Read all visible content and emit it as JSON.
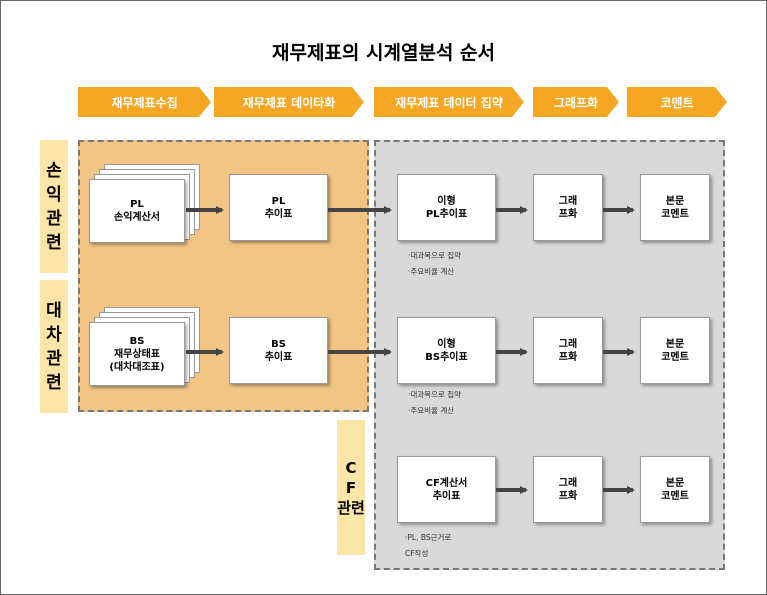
{
  "title": "재무제표의 시계열분석 순서",
  "steps": [
    {
      "label": "재무제표수집"
    },
    {
      "label": "재무제표 데이타화"
    },
    {
      "label": "재무제표 데이터 집약"
    },
    {
      "label": "그래프화"
    },
    {
      "label": "코멘트"
    }
  ],
  "rows": {
    "pl": {
      "label": "손익\n관련",
      "source": "PL\n손익계산서",
      "table": "PL\n추이표",
      "aggregate": "이형\nPL추이표",
      "notes": "·대과목으로 집약\n·주요비율 계산",
      "graph": "그래\n프화",
      "comment": "본문\n코멘트"
    },
    "bs": {
      "label": "대차\n관련",
      "source": "BS\n재무상태표\n(대차대조표)",
      "table": "BS\n추이표",
      "aggregate": "이형\nBS추이표",
      "notes": "·대과목으로 집약\n·주요비율 계산",
      "graph": "그래\n프화",
      "comment": "본문\n코멘트"
    },
    "cf": {
      "label": "C\nF\n관련",
      "aggregate": "CF계산서\n추이표",
      "notes": "·PL, BS근거로\nCF작성",
      "graph": "그래\n프화",
      "comment": "본문\n코멘트"
    }
  },
  "colors": {
    "chevron": "#f5a623",
    "row_label_bg": "#fde5a8",
    "orange_area": "#f3c585",
    "gray_area": "#d9d9d9",
    "arrow": "#444444"
  }
}
